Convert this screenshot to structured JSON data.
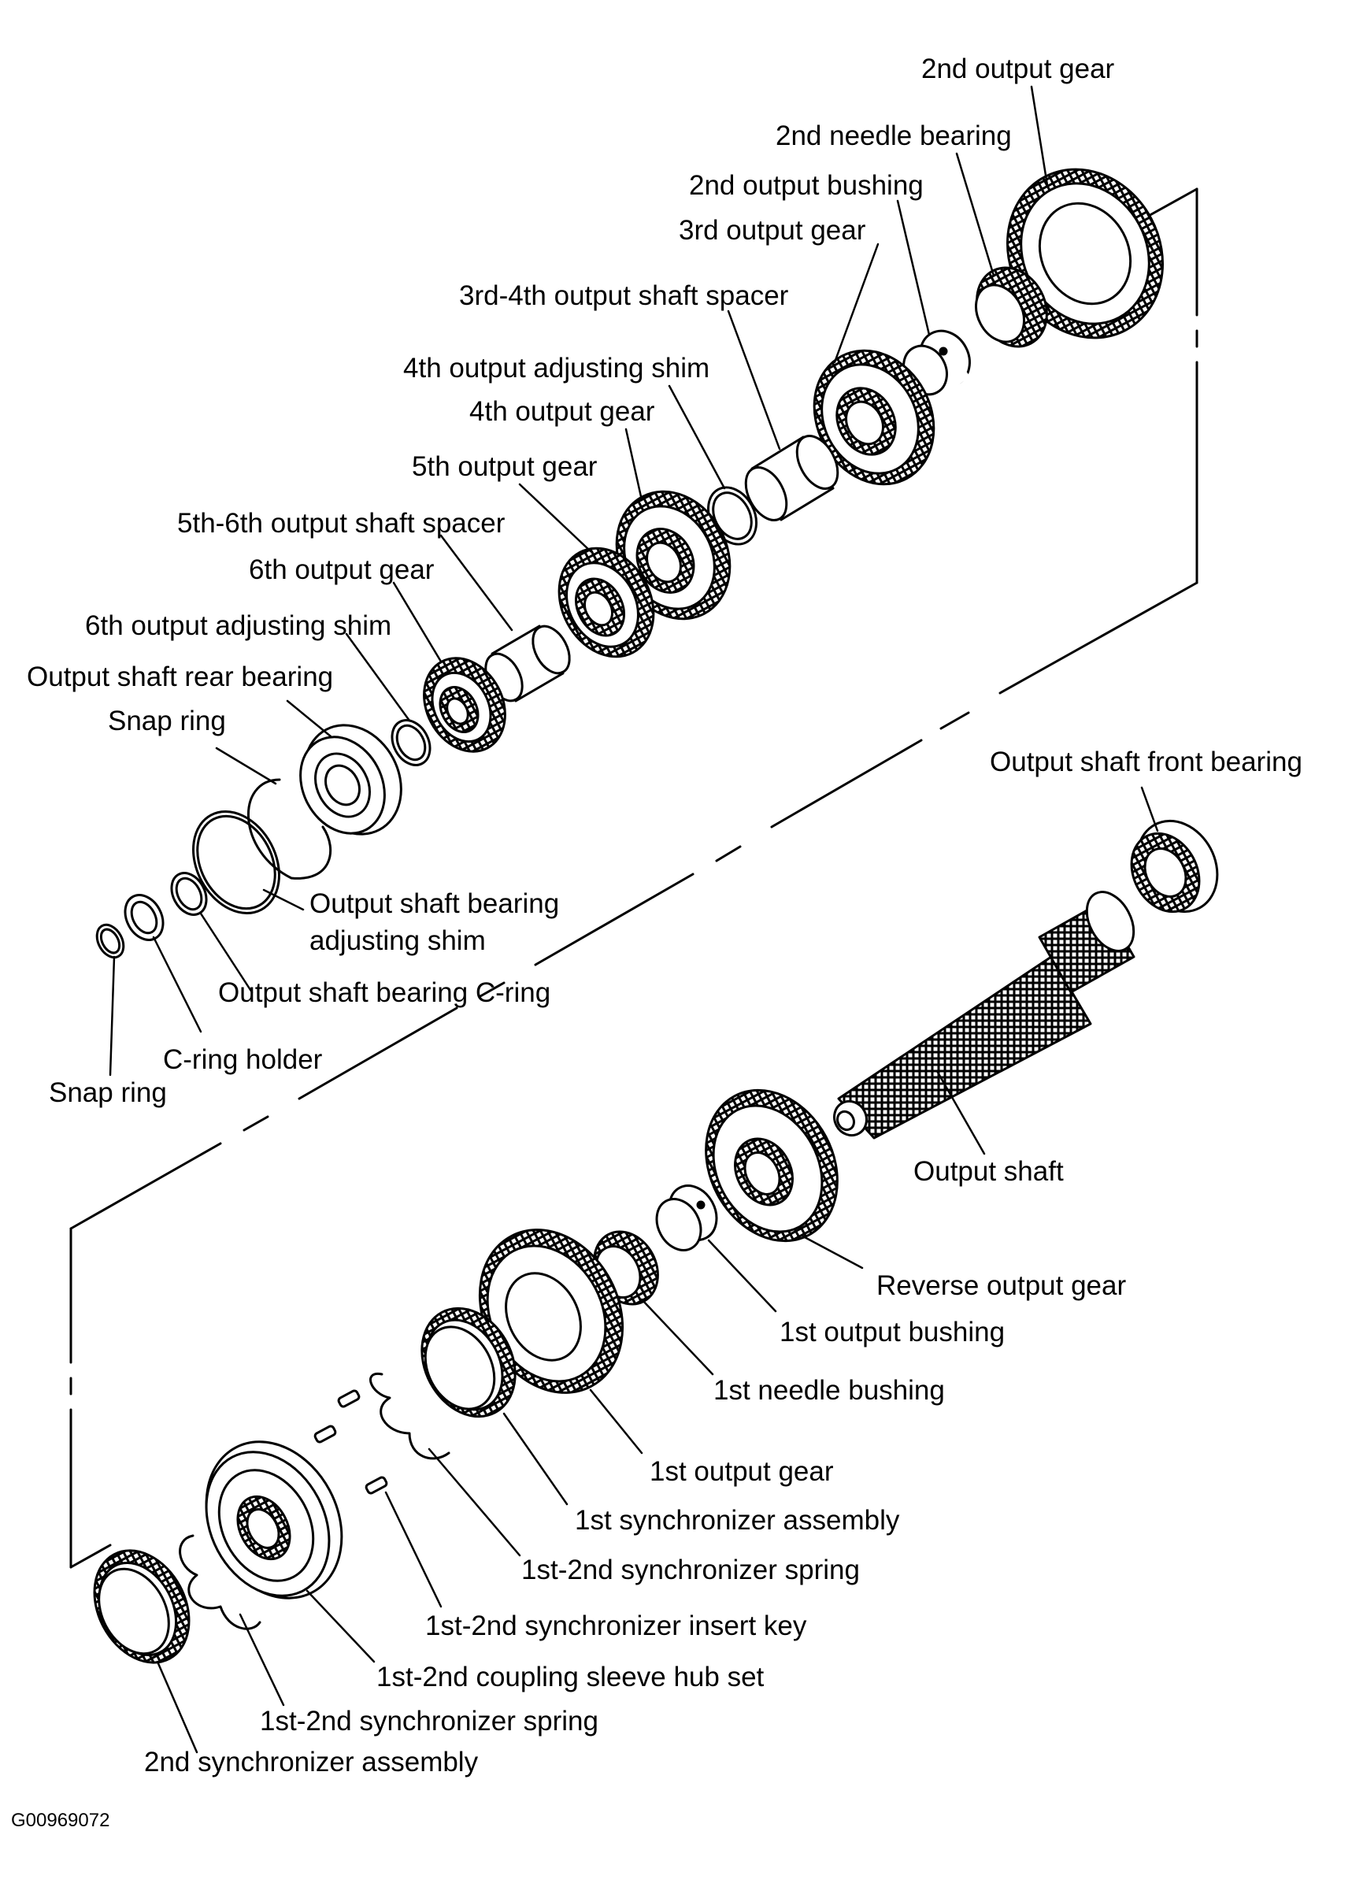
{
  "diagram": {
    "figure_code": "G00969072",
    "upper_group": {
      "labels": {
        "second_output_gear": "2nd output gear",
        "second_needle_bearing": "2nd needle bearing",
        "second_output_bushing": "2nd output bushing",
        "third_output_gear": "3rd output gear",
        "spacer_3_4": "3rd-4th output shaft spacer",
        "fourth_adjusting_shim": "4th output adjusting shim",
        "fourth_output_gear": "4th output gear",
        "fifth_output_gear": "5th output gear",
        "spacer_5_6": "5th-6th output shaft spacer",
        "sixth_output_gear": "6th output gear",
        "sixth_adjusting_shim": "6th output adjusting shim",
        "rear_bearing": "Output shaft rear bearing",
        "snap_ring_upper": "Snap ring",
        "bearing_adjusting_shim_1": "Output shaft bearing",
        "bearing_adjusting_shim_2": "adjusting shim",
        "bearing_c_ring": "Output shaft bearing C-ring",
        "c_ring_holder": "C-ring holder",
        "snap_ring_lower": "Snap ring"
      }
    },
    "lower_group": {
      "labels": {
        "front_bearing": "Output shaft front bearing",
        "output_shaft": "Output shaft",
        "reverse_output_gear": "Reverse output gear",
        "first_output_bushing": "1st output bushing",
        "first_needle_bushing": "1st needle bushing",
        "first_output_gear": "1st output gear",
        "first_synchro_assembly": "1st synchronizer assembly",
        "synchro_spring_a": "1st-2nd synchronizer spring",
        "insert_key": "1st-2nd synchronizer insert key",
        "coupling_sleeve_hub": "1st-2nd coupling sleeve hub set",
        "synchro_spring_b": "1st-2nd synchronizer spring",
        "second_synchro_assembly": "2nd synchronizer assembly"
      }
    }
  }
}
